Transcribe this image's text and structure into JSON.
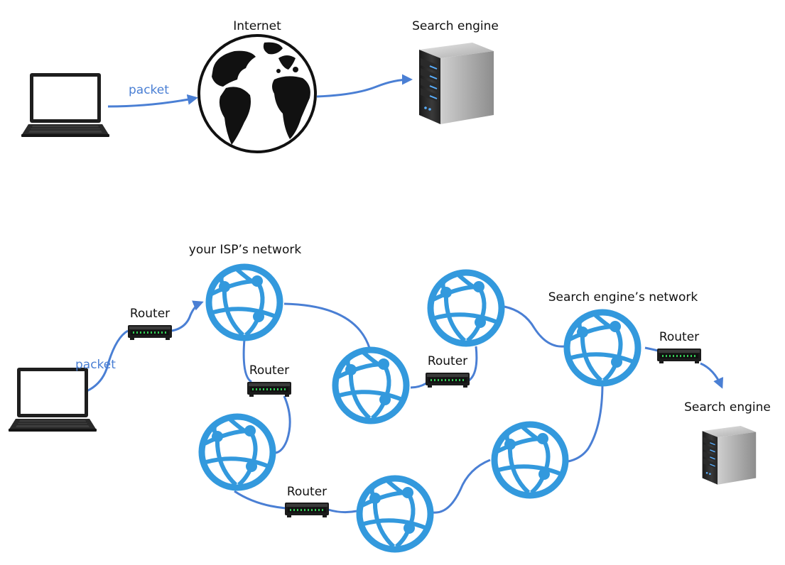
{
  "top": {
    "internet_label": "Internet",
    "server_label": "Search engine",
    "packet_label": "packet"
  },
  "bottom": {
    "isp_label": "your ISP’s network",
    "search_network_label": "Search engine’s network",
    "router_labels": [
      "Router",
      "Router",
      "Router",
      "Router",
      "Router"
    ],
    "server_label": "Search engine",
    "packet_label": "packet"
  },
  "colors": {
    "link": "#4a7fd4",
    "network": "#3399dd",
    "packet_text": "#4a7fd4",
    "router_body": "#1b1b1b",
    "router_led": "#33cc55"
  },
  "icons": {
    "laptop": "laptop-icon",
    "globe": "globe-icon",
    "server": "server-icon",
    "network": "network-globe-icon",
    "router": "router-icon"
  }
}
